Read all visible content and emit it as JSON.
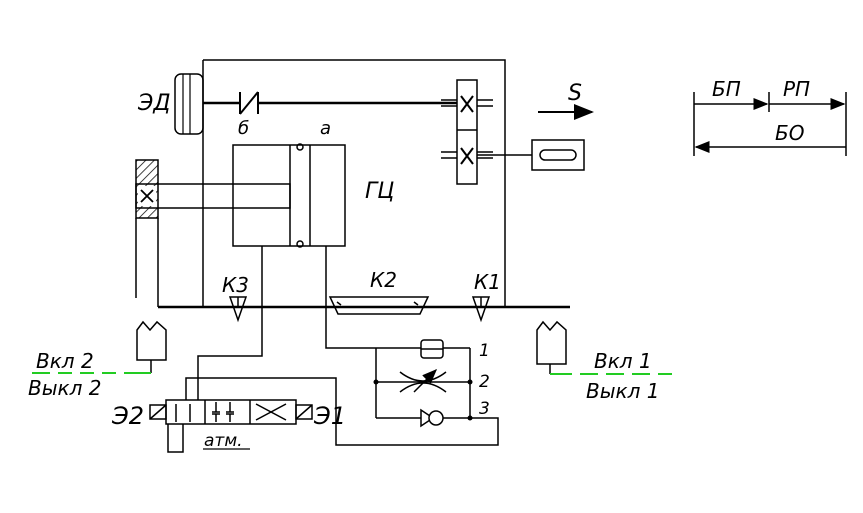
{
  "labels": {
    "motor": "ЭД",
    "point_b": "б",
    "point_a": "а",
    "cylinder": "ГЦ",
    "feed": "S",
    "k1": "К1",
    "k2": "К2",
    "k3": "К3",
    "line1": "1",
    "line2": "2",
    "line3": "3",
    "e1": "Э1",
    "e2": "Э2",
    "atm": "атм.",
    "on1": "Вкл 1",
    "off1": "Выкл 1",
    "on2": "Вкл 2",
    "off2": "Выкл 2",
    "bp": "БП",
    "rp": "РП",
    "bo": "БО"
  },
  "colors": {
    "line": "#000000",
    "switch_line": "#22cc22"
  }
}
